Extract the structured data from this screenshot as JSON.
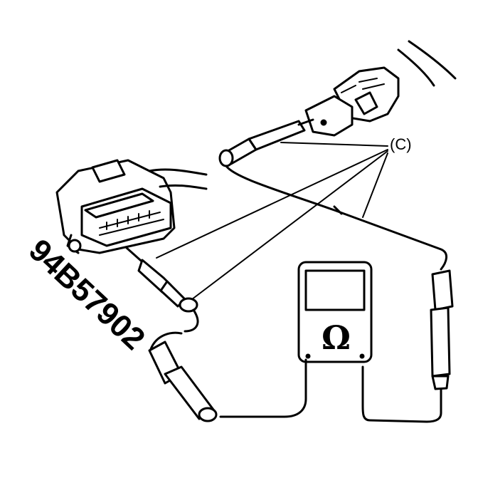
{
  "figure": {
    "callout_label": "(C)",
    "figure_code": "94B57902",
    "meter_symbol": "Ω"
  },
  "colors": {
    "ink": "#000000",
    "paper": "#ffffff"
  }
}
